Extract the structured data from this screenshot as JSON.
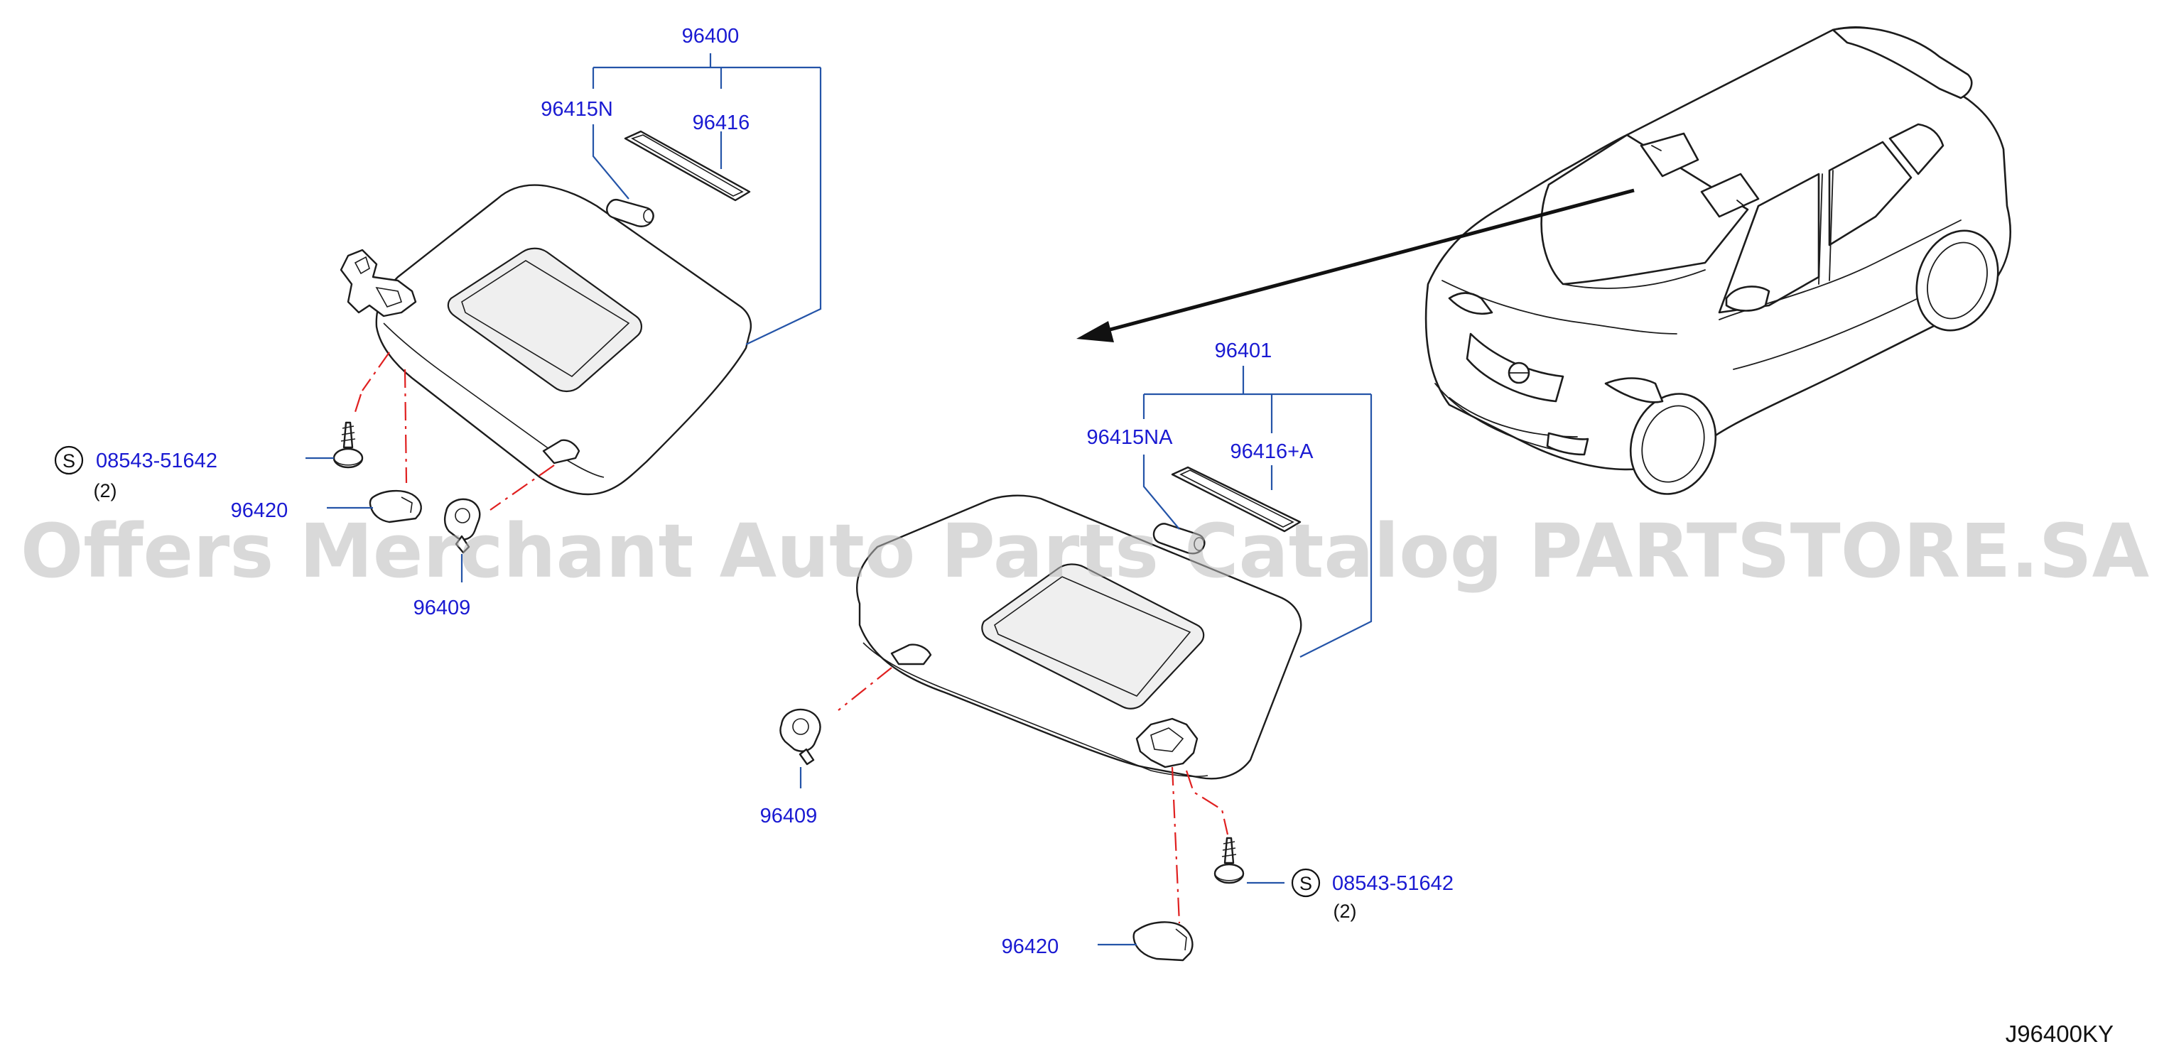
{
  "diagram": {
    "labels": {
      "visor_left_assembly": "96400",
      "visor_left_holder": "96415N",
      "visor_left_mirror_lid": "96416",
      "visor_right_assembly": "96401",
      "visor_right_holder": "96415NA",
      "visor_right_mirror_lid": "96416+A",
      "hook_left": "96409",
      "hook_right": "96409",
      "cover_left": "96420",
      "cover_right": "96420",
      "screw_left": "08543-51642",
      "screw_left_qty": "(2)",
      "screw_right": "08543-51642",
      "screw_right_qty": "(2)",
      "screw_symbol": "S"
    },
    "diagram_code": "J96400KY",
    "watermark": "Offers Merchant Auto Parts Catalog PARTSTORE.SA",
    "colors": {
      "label": "#1a1ad2",
      "leader": "#2454a8",
      "dashed_guide": "#e02020",
      "line_art": "#1c1c1c",
      "watermark": "#b9b9b9"
    }
  }
}
